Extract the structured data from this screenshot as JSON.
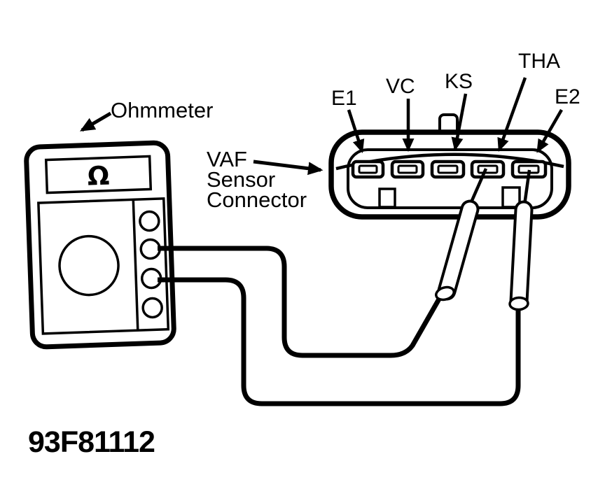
{
  "figure": {
    "code": "93F81112",
    "background_color": "#ffffff",
    "ink_color": "#000000"
  },
  "ohmmeter": {
    "label": "Ohmmeter",
    "display_symbol": "Ω"
  },
  "connector": {
    "label_lines": [
      "VAF",
      "Sensor",
      "Connector"
    ],
    "pins": [
      {
        "label": "E1"
      },
      {
        "label": "VC"
      },
      {
        "label": "KS"
      },
      {
        "label": "THA"
      },
      {
        "label": "E2"
      }
    ]
  }
}
